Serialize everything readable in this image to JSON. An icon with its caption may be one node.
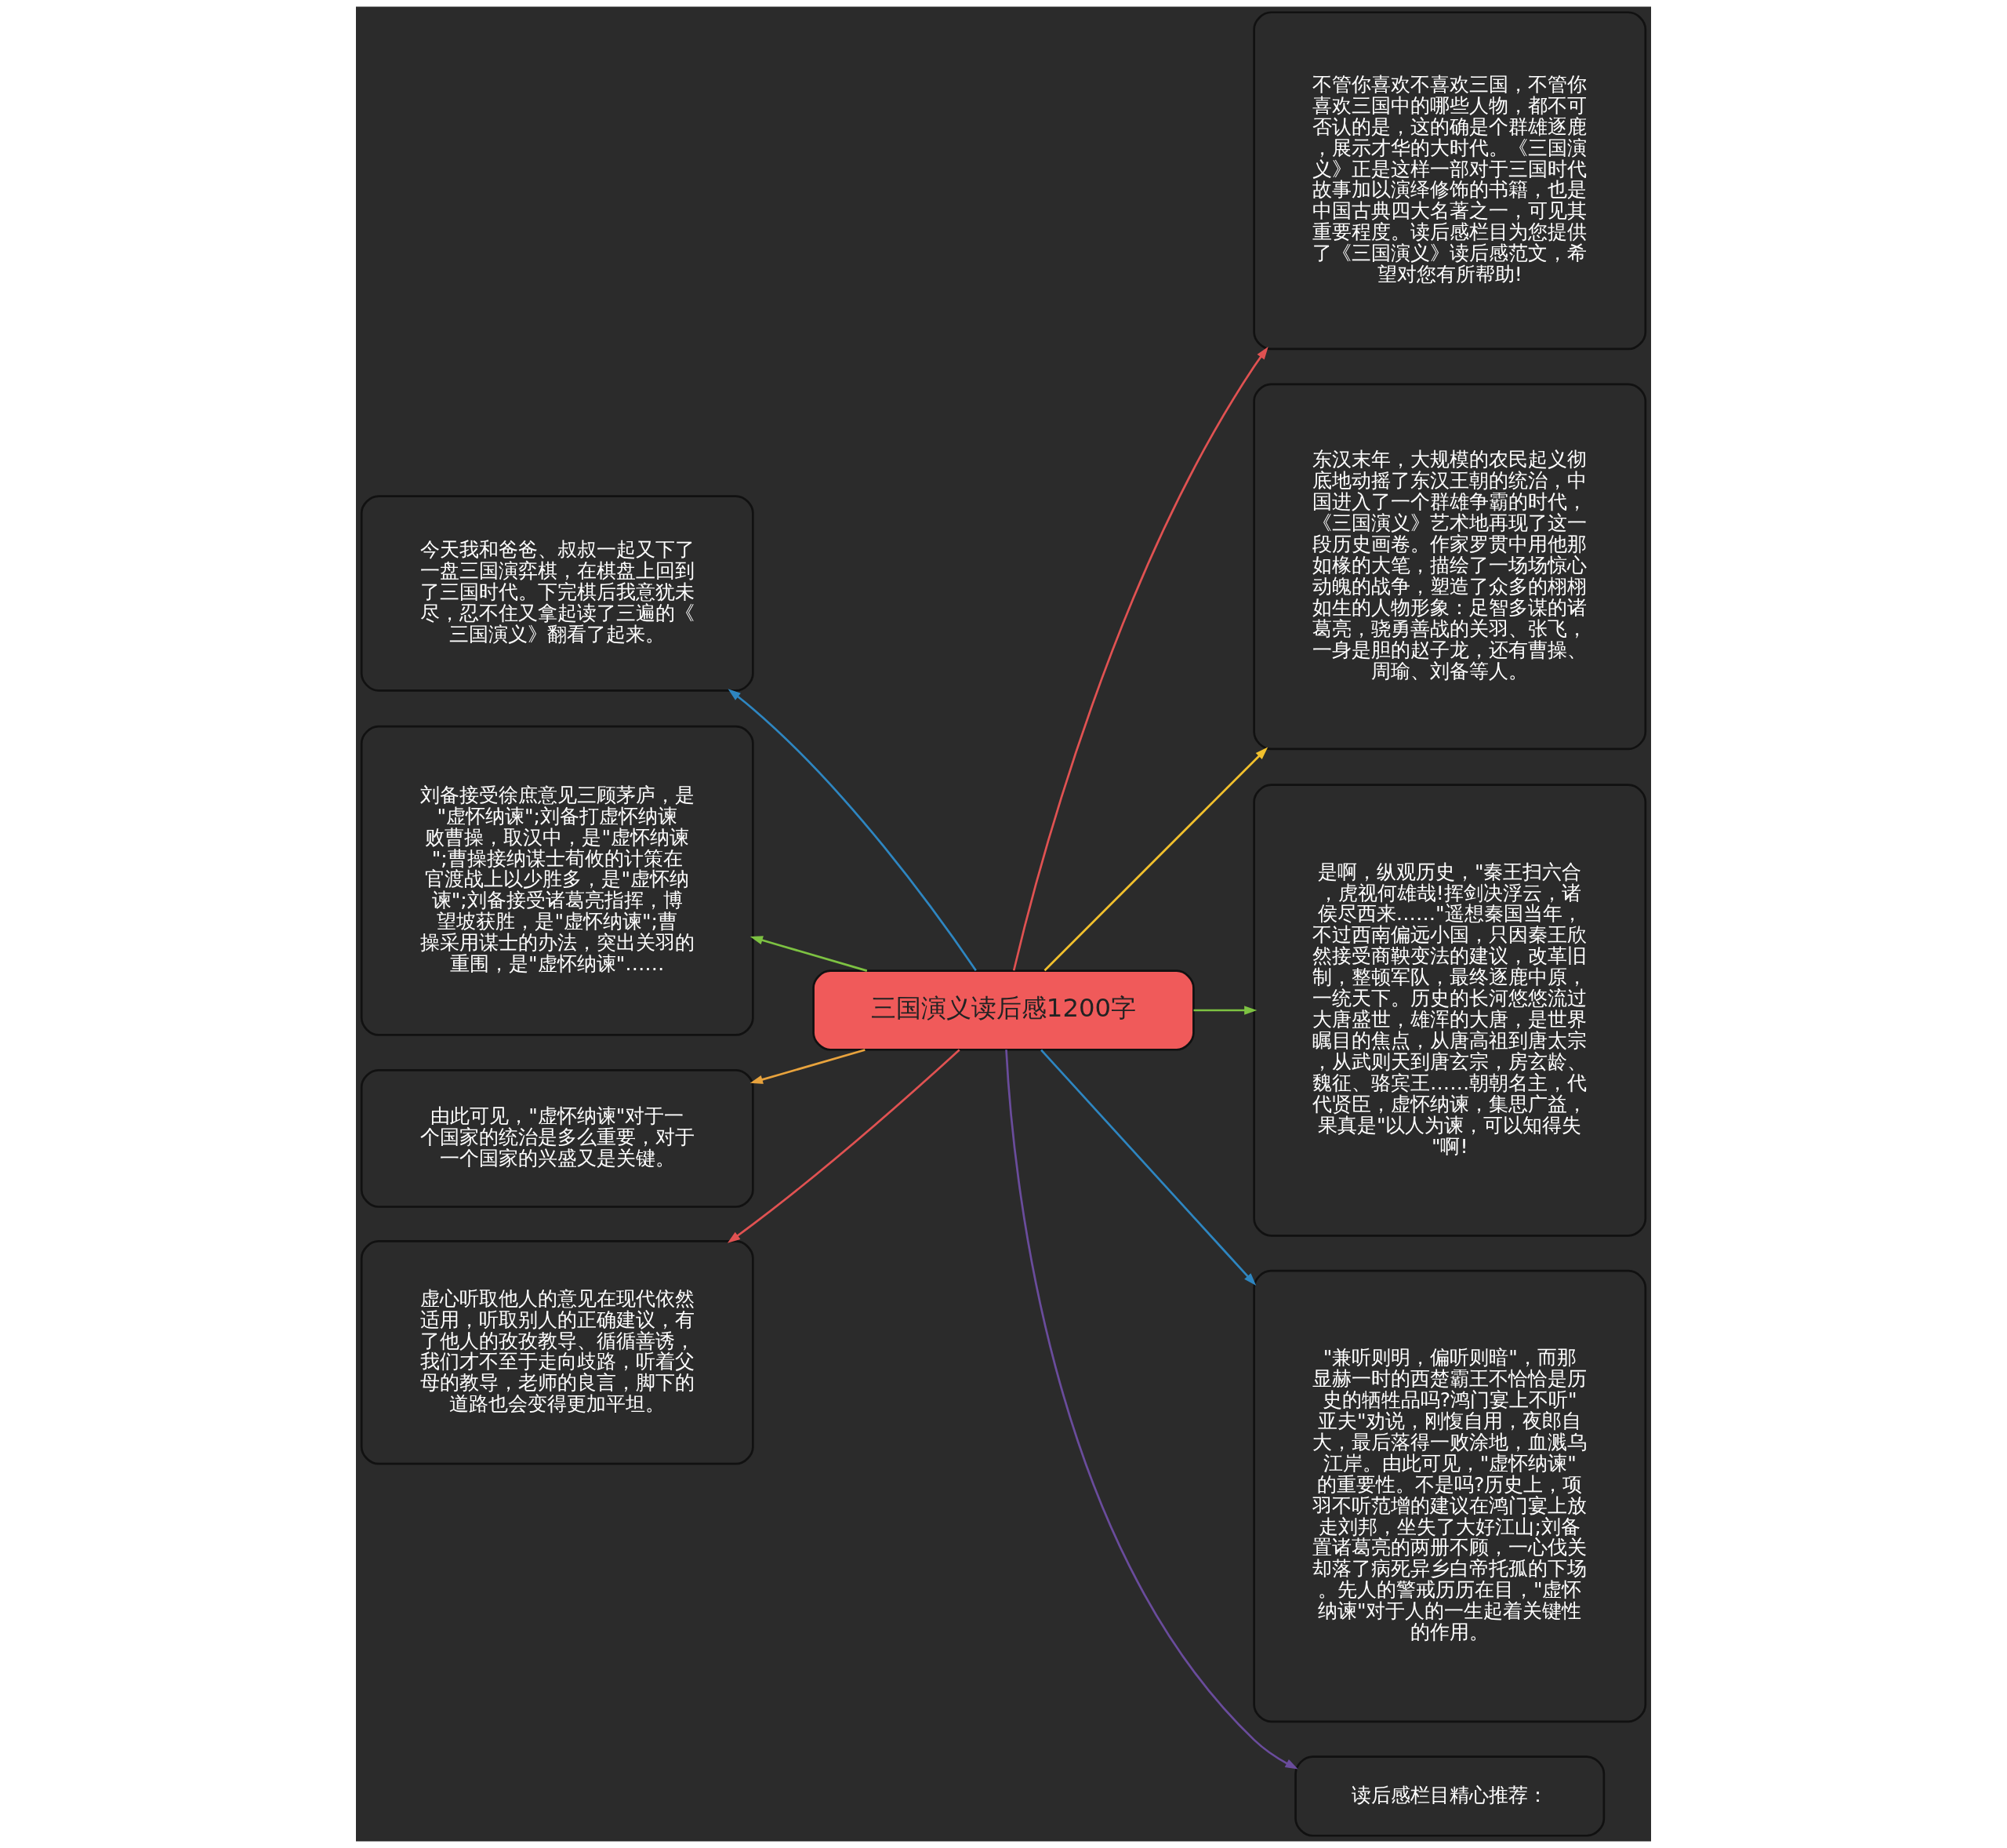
{
  "diagram": {
    "nodes": [
      {
        "text": [
          "三国演义读后感1200字"
        ]
      },
      {
        "text": [
          "不管你喜欢不喜欢三国，不管你喜欢三国中的哪些人物，都不可否认的是，这的确是个群雄逐鹿，展示才华的大时代。《三国演义》正是这样一部对于三国时代故事加以演绎修饰的书籍，也是中国古典四大名著之一，可见其重要程度。读后感栏目为您提供了《三国演义》读后感范文，希望对您有所帮助!"
        ]
      },
      {
        "text": [
          "东汉末年，大规模的农民起义彻底地动摇了东汉王朝的统治，中国进入了一个群雄争霸的时代，《三国演义》艺术地再现了这一段历史画卷。作家罗贯中用他那如椽的大笔，描绘了一场场惊心动魄的战争，塑造了众多的栩栩如生的人物形象：足智多谋的诸葛亮，骁勇善战的关羽、张飞，一身是胆的赵子龙，还有曹操、周瑜、刘备等人。"
        ]
      },
      {
        "text": [
          "是啊，纵观历史，\"秦王扫六合，虎视何雄哉!挥剑决浮云，诸侯尽西来……\"遥想秦国当年，不过西南偏远小国，只因秦王欣然接受商鞅变法的建议，改革旧制，整顿军队，最终逐鹿中原，一统天下。历史的长河悠悠流过大唐盛世，雄浑的大唐，是世界瞩目的焦点，从唐高祖到唐太宗，从武则天到唐玄宗，房玄龄、魏征、骆宾王……朝朝名主，代代贤臣，虚怀纳谏，集思广益，果真是\"以人为谏，可以知得失\"啊!"
        ]
      },
      {
        "text": [
          "\"兼听则明，偏听则暗\"，而那显赫一时的西楚霸王不恰恰是历史的牺牲品吗?鸿门宴上不听\"亚夫\"劝说，刚愎自用，夜郎自大，最后落得一败涂地，血溅乌江岸。由此可见，\"虚怀纳谏\"的重要性。不是吗?历史上，项羽不听范增的建议在鸿门宴上放走刘邦，坐失了大好江山;刘备置诸葛亮的两册不顾，一心伐关却落了病死异乡白帝托孤的下场。先人的警戒历历在目，\"虚怀纳谏\"对于人的一生起着关键性的作用。"
        ]
      },
      {
        "text": [
          "读后感栏目精心推荐："
        ]
      },
      {
        "text": [
          "今天我和爸爸、叔叔一起又下了一盘三国演弈棋，在棋盘上回到了三国时代。下完棋后我意犹未尽，忍不住又拿起读了三遍的《三国演义》翻看了起来。"
        ]
      },
      {
        "text": [
          "刘备接受徐庶意见三顾茅庐，是\"虚怀纳谏\";刘备打虚怀纳谏败曹操，取汉中，是\"虚怀纳谏\";曹操接纳谋士荀攸的计策在官渡战上以少胜多，是\"虚怀纳谏\";刘备接受诸葛亮指挥，博望坡获胜，是\"虚怀纳谏\";曹操采用谋士的办法，突出关羽的重围，是\"虚怀纳谏\"……"
        ]
      },
      {
        "text": [
          "由此可见，\"虚怀纳谏\"对于一个国家的统治是多么重要，对于一个国家的兴盛又是关键。"
        ]
      },
      {
        "text": [
          "虚心听取他人的意见在现代依然适用，听取别人的正确建议，有了他人的孜孜教导、循循善诱，我们才不至于走向歧路，听着父母的教导，老师的良言，脚下的道路也会变得更加平坦。"
        ]
      }
    ],
    "edges": [
      {
        "from": 0,
        "to": 1,
        "arrow": "to",
        "color": "#e05252"
      },
      {
        "from": 0,
        "to": 2,
        "arrow": "to",
        "color": "#f2c12e"
      },
      {
        "from": 0,
        "to": 3,
        "arrow": "to",
        "color": "#7dc242"
      },
      {
        "from": 0,
        "to": 4,
        "arrow": "to",
        "color": "#2e86c1"
      },
      {
        "from": 0,
        "to": 5,
        "arrow": "to",
        "color": "#6a4c9c"
      },
      {
        "from": 0,
        "to": 6,
        "arrow": "to",
        "color": "#2e86c1"
      },
      {
        "from": 0,
        "to": 7,
        "arrow": "to",
        "color": "#7dc242"
      },
      {
        "from": 0,
        "to": 8,
        "arrow": "to",
        "color": "#e8a33d"
      },
      {
        "from": 0,
        "to": 9,
        "arrow": "to",
        "color": "#e05252"
      }
    ]
  }
}
